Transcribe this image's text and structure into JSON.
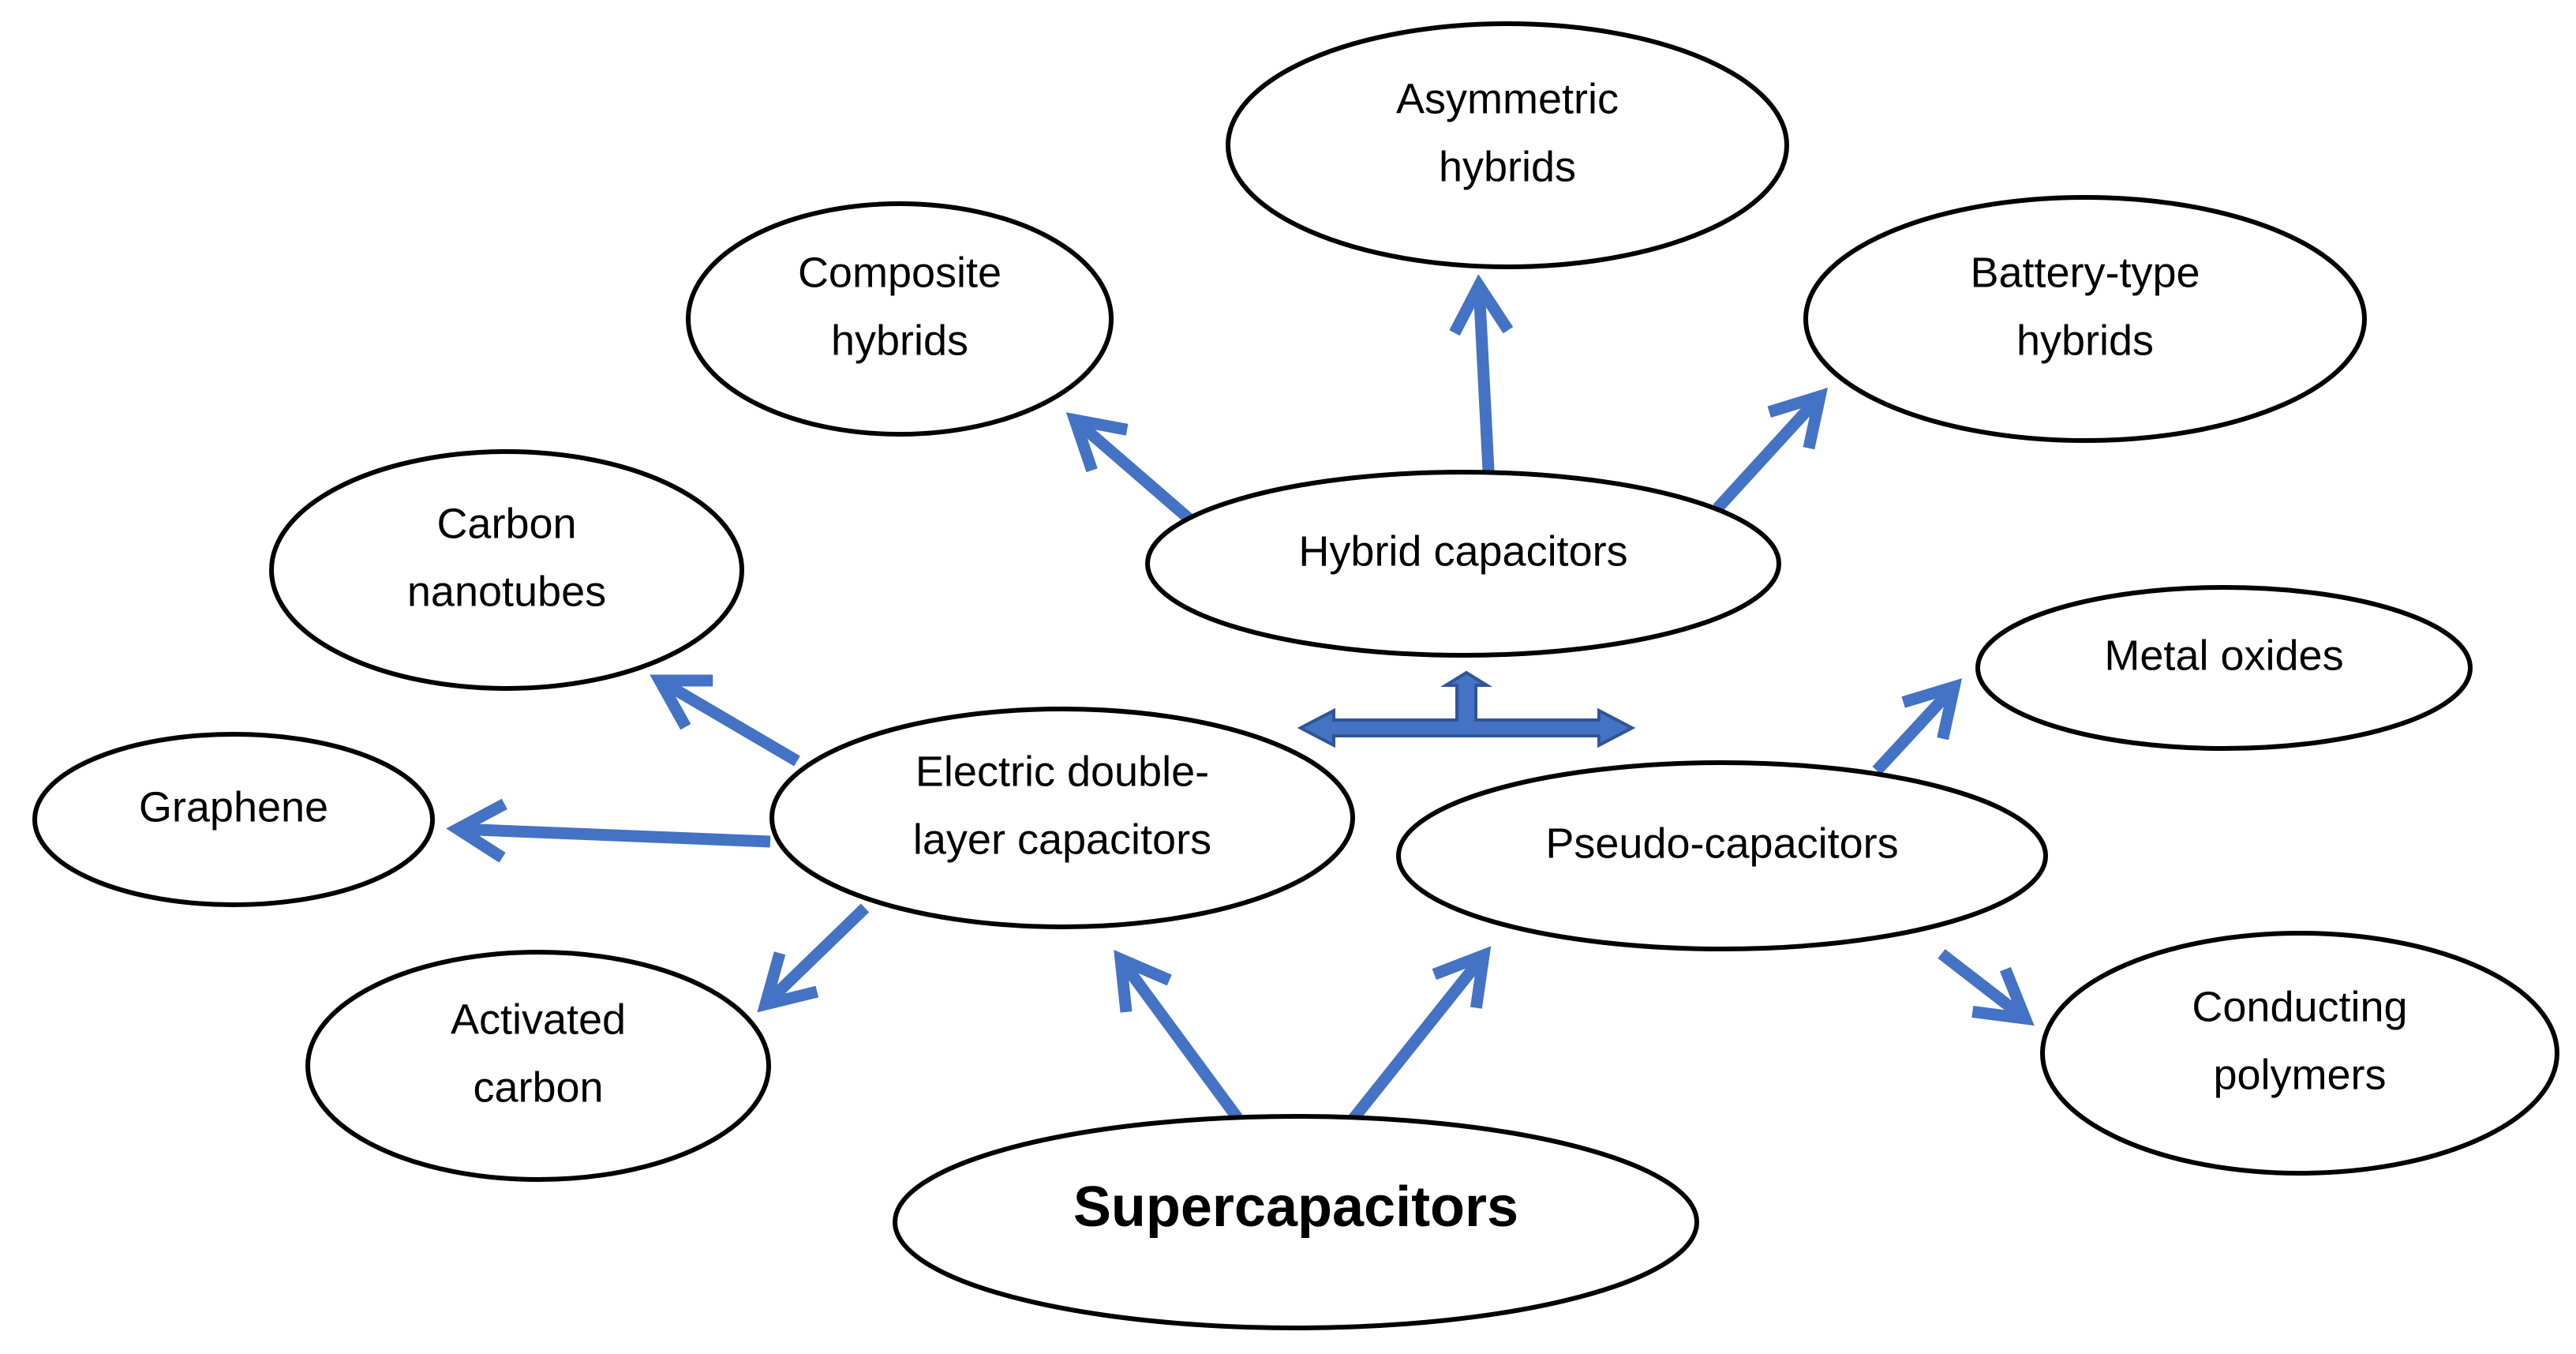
{
  "colors": {
    "arrow": "#4472C4",
    "arrow_dark": "#2F5597",
    "node_stroke": "#000000",
    "node_fill": "#FFFFFF",
    "text": "#000000"
  },
  "nodes": {
    "supercapacitors": {
      "lines": [
        "Supercapacitors"
      ]
    },
    "edlc": {
      "lines": [
        "Electric double-",
        "layer capacitors"
      ]
    },
    "pseudo": {
      "lines": [
        "Pseudo-capacitors"
      ]
    },
    "hybrid": {
      "lines": [
        "Hybrid capacitors"
      ]
    },
    "carbon_nanotubes": {
      "lines": [
        "Carbon",
        "nanotubes"
      ]
    },
    "graphene": {
      "lines": [
        "Graphene"
      ]
    },
    "activated_carbon": {
      "lines": [
        "Activated",
        "carbon"
      ]
    },
    "composite_hybrids": {
      "lines": [
        "Composite",
        "hybrids"
      ]
    },
    "asymmetric_hybrids": {
      "lines": [
        "Asymmetric",
        "hybrids"
      ]
    },
    "battery_hybrids": {
      "lines": [
        "Battery-type",
        "hybrids"
      ]
    },
    "metal_oxides": {
      "lines": [
        "Metal oxides"
      ]
    },
    "conducting_polymers": {
      "lines": [
        "Conducting",
        "polymers"
      ]
    }
  },
  "edges": [
    {
      "from": "supercapacitors",
      "to": "edlc"
    },
    {
      "from": "supercapacitors",
      "to": "pseudo"
    },
    {
      "from": "edlc",
      "to": "carbon_nanotubes"
    },
    {
      "from": "edlc",
      "to": "graphene"
    },
    {
      "from": "edlc",
      "to": "activated_carbon"
    },
    {
      "from": "hybrid",
      "to": "composite_hybrids"
    },
    {
      "from": "hybrid",
      "to": "asymmetric_hybrids"
    },
    {
      "from": "hybrid",
      "to": "battery_hybrids"
    },
    {
      "from": "pseudo",
      "to": "metal_oxides"
    },
    {
      "from": "pseudo",
      "to": "conducting_polymers"
    }
  ],
  "connector": {
    "description_of_links": [
      "edlc",
      "pseudo",
      "hybrid"
    ]
  }
}
